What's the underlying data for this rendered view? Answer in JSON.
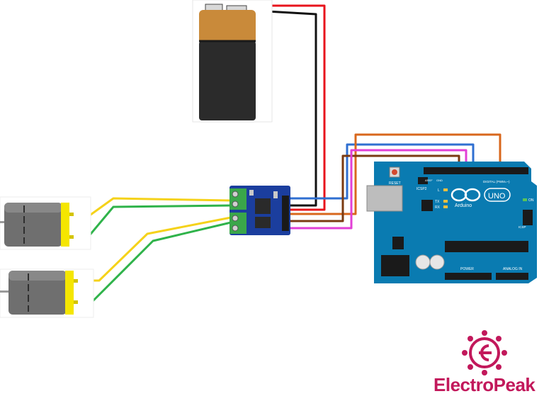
{
  "colors": {
    "wire_red": "#e8141c",
    "wire_black": "#111111",
    "wire_yellow": "#f5d21a",
    "wire_green": "#2fb34a",
    "wire_blue": "#2f6fd1",
    "wire_orange": "#d8671c",
    "wire_brown": "#7a3a12",
    "wire_magenta": "#e23fd6",
    "board": "#0a7bb1",
    "driver": "#1b3e9e",
    "terminal": "#3aa64a",
    "motor": "#6f6f6f",
    "motor_cap": "#f5e600",
    "battery_top": "#c98a3a",
    "battery_body": "#2b2b2b",
    "brand": "#c2185b"
  },
  "arduino": {
    "reset_label": "RESET",
    "icsp2_label": "ICSP2",
    "uno_label": "UNO",
    "arduino_label": "Arduino",
    "digital_label": "DIGITAL (PWM=~)",
    "aref_label": "AREF",
    "gnd_label": "GND",
    "l_label": "L",
    "tx_label": "TX",
    "rx_label": "RX",
    "on_label": "ON",
    "icsp_label": "ICSP",
    "power_label": "POWER",
    "analog_label": "ANALOG IN"
  },
  "brand": {
    "name": "ElectroPeak",
    "logo_icon": "electropeak-logo-icon"
  }
}
